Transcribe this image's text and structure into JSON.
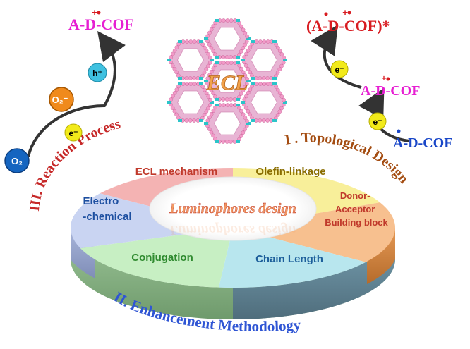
{
  "center": {
    "title": "ECL",
    "core_label": "Luminophores design"
  },
  "sectors": [
    {
      "label": "ECL mechanism",
      "color": "#f4b3b3",
      "text_color": "#c0392b"
    },
    {
      "label": "Olefin-linkage",
      "color": "#f8ef9a",
      "text_color": "#8a6d00"
    },
    {
      "label_lines": [
        "Donor-",
        "Acceptor",
        "Building block"
      ],
      "color": "#f7c08f",
      "text_color": "#c0392b"
    },
    {
      "label": "Chain Length",
      "color": "#b8e6ee",
      "text_color": "#1d5f9b"
    },
    {
      "label": "Conjugation",
      "color": "#c7efc3",
      "text_color": "#2f8a2f"
    },
    {
      "label_lines": [
        "Electro",
        "-chemical"
      ],
      "color": "#c9d4f2",
      "text_color": "#1d4fa0"
    }
  ],
  "curved_labels": {
    "topological": "I . Topological Design",
    "reaction": "III. Reaction Process",
    "enhancement": "II. Enhancement Methodology"
  },
  "left_process": {
    "product": "A-D-COF",
    "circles": [
      {
        "text": "O2",
        "fill": "#1565c0",
        "text_color": "#ffffff"
      },
      {
        "text": "e-",
        "fill": "#f2ea1a",
        "text_color": "#000000"
      },
      {
        "text": "O2-",
        "fill": "#f08a1c",
        "text_color": "#ffffff"
      },
      {
        "text": "h+",
        "fill": "#3fc1e0",
        "text_color": "#000000"
      }
    ]
  },
  "right_process": {
    "top": "(A-D-COF)*",
    "middle": "A-D-COF",
    "bottom": "A-D-COF",
    "electrons": [
      "e-",
      "e-"
    ]
  },
  "colors": {
    "magenta": "#e61fd2",
    "red": "#d81b20",
    "blue": "#1a47c8",
    "brown": "#a44d12"
  }
}
